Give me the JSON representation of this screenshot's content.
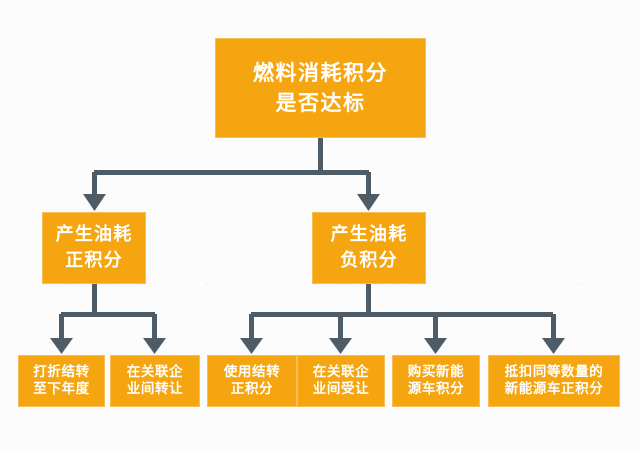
{
  "diagram": {
    "title_node": {
      "id": "root",
      "line1": "燃料消耗积分",
      "line2": "是否达标"
    },
    "level2": [
      {
        "id": "positive",
        "line1": "产生油耗",
        "line2": "正积分"
      },
      {
        "id": "negative",
        "line1": "产生油耗",
        "line2": "负积分"
      }
    ],
    "level3": [
      {
        "id": "carry",
        "line1": "打折结转",
        "line2": "至下年度"
      },
      {
        "id": "transfer",
        "line1": "在关联企",
        "line2": "业间转让"
      },
      {
        "id": "use",
        "line1": "使用结转",
        "line2": "正积分"
      },
      {
        "id": "receive",
        "line1": "在关联企",
        "line2": "业间受让"
      },
      {
        "id": "buy",
        "line1": "购买新能",
        "line2": "源车积分"
      },
      {
        "id": "offset",
        "line1": "抵扣同等数量的",
        "line2": "新能源车正积分"
      }
    ],
    "colors": {
      "box_fill": "#f5a50f",
      "box_border": "#f8be55",
      "box_text": "#ffffff",
      "connector": "#4d5c66",
      "background": "#fcfcfd"
    }
  }
}
